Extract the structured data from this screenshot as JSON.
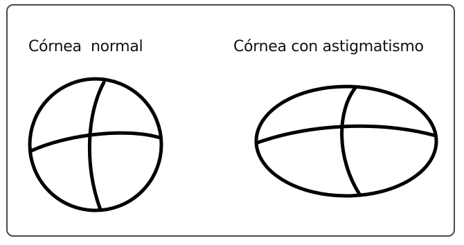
{
  "labels": {
    "normal": "Córnea  normal",
    "astigmatism": "Córnea con astigmatismo"
  },
  "colors": {
    "stroke": "#000000",
    "frame": "#4a4a4a",
    "background": "#ffffff"
  },
  "shapes": {
    "normal": "circle",
    "astigmatism": "ellipse"
  }
}
